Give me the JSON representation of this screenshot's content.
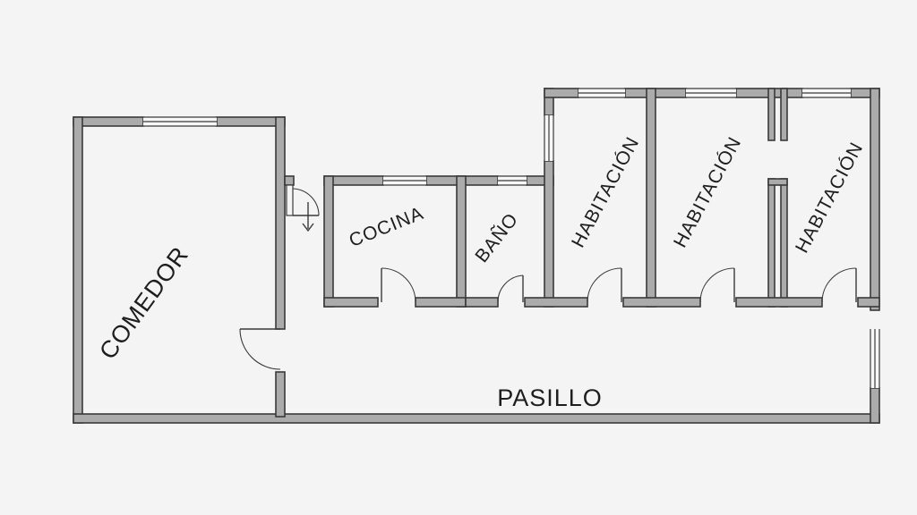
{
  "floor_plan": {
    "rooms": {
      "comedor": "COMEDOR",
      "cocina": "COCINA",
      "bano": "BAÑO",
      "habitacion_1": "HABITACIÓN",
      "habitacion_2": "HABITACIÓN",
      "habitacion_3": "HABITACIÓN",
      "pasillo": "PASILLO"
    },
    "colors": {
      "wall_fill": "#ababab",
      "wall_outline": "#3a3a3a",
      "background": "#f4f4f4",
      "text": "#1e1e1e"
    }
  }
}
